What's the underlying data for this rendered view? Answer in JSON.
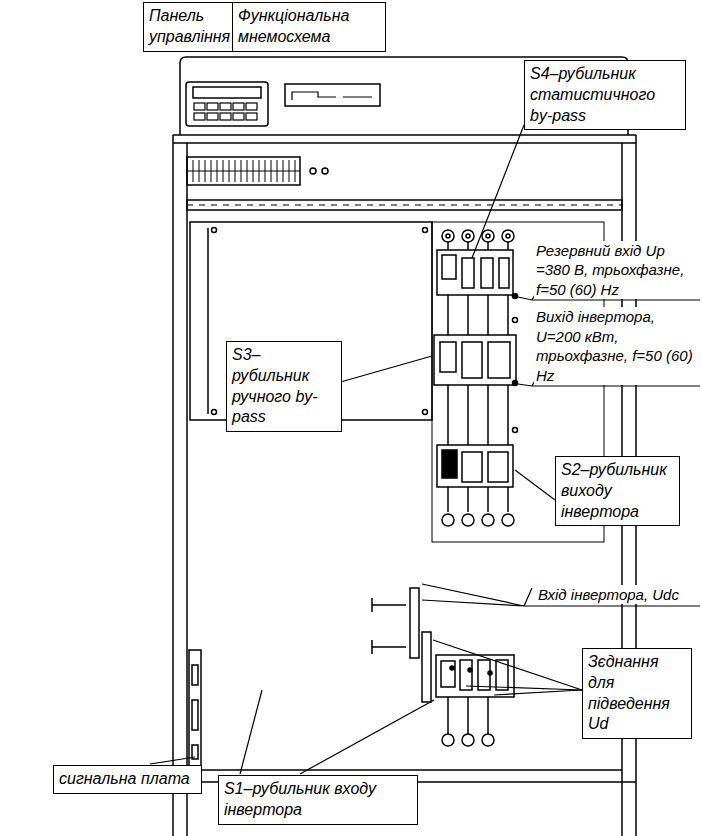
{
  "diagram": {
    "nodes": [
      {
        "text": [
          "Панель управління"
        ]
      },
      {
        "text": [
          "Функціональна мнемосхема"
        ]
      },
      {
        "text": [
          "S4–рубильник статистичного by-pass"
        ]
      },
      {
        "text": [
          "S3–рубильник ручного by-pass"
        ]
      },
      {
        "text": [
          "S2–рубильник виходу інвертора"
        ]
      },
      {
        "text": [
          "Зєднання для підведення Ud"
        ]
      },
      {
        "text": [
          "сигнальна плата"
        ]
      },
      {
        "text": [
          "S1–рубильник входу інвертора"
        ]
      }
    ],
    "labels": [
      "Резервний вхід Uр =380 В, трьохфазне, f=50 (60) Hz",
      "Вихід інвертора, U=200 кВт, трьохфазне, f=50 (60) Hz",
      "Вхід інвертора, Udc"
    ]
  }
}
